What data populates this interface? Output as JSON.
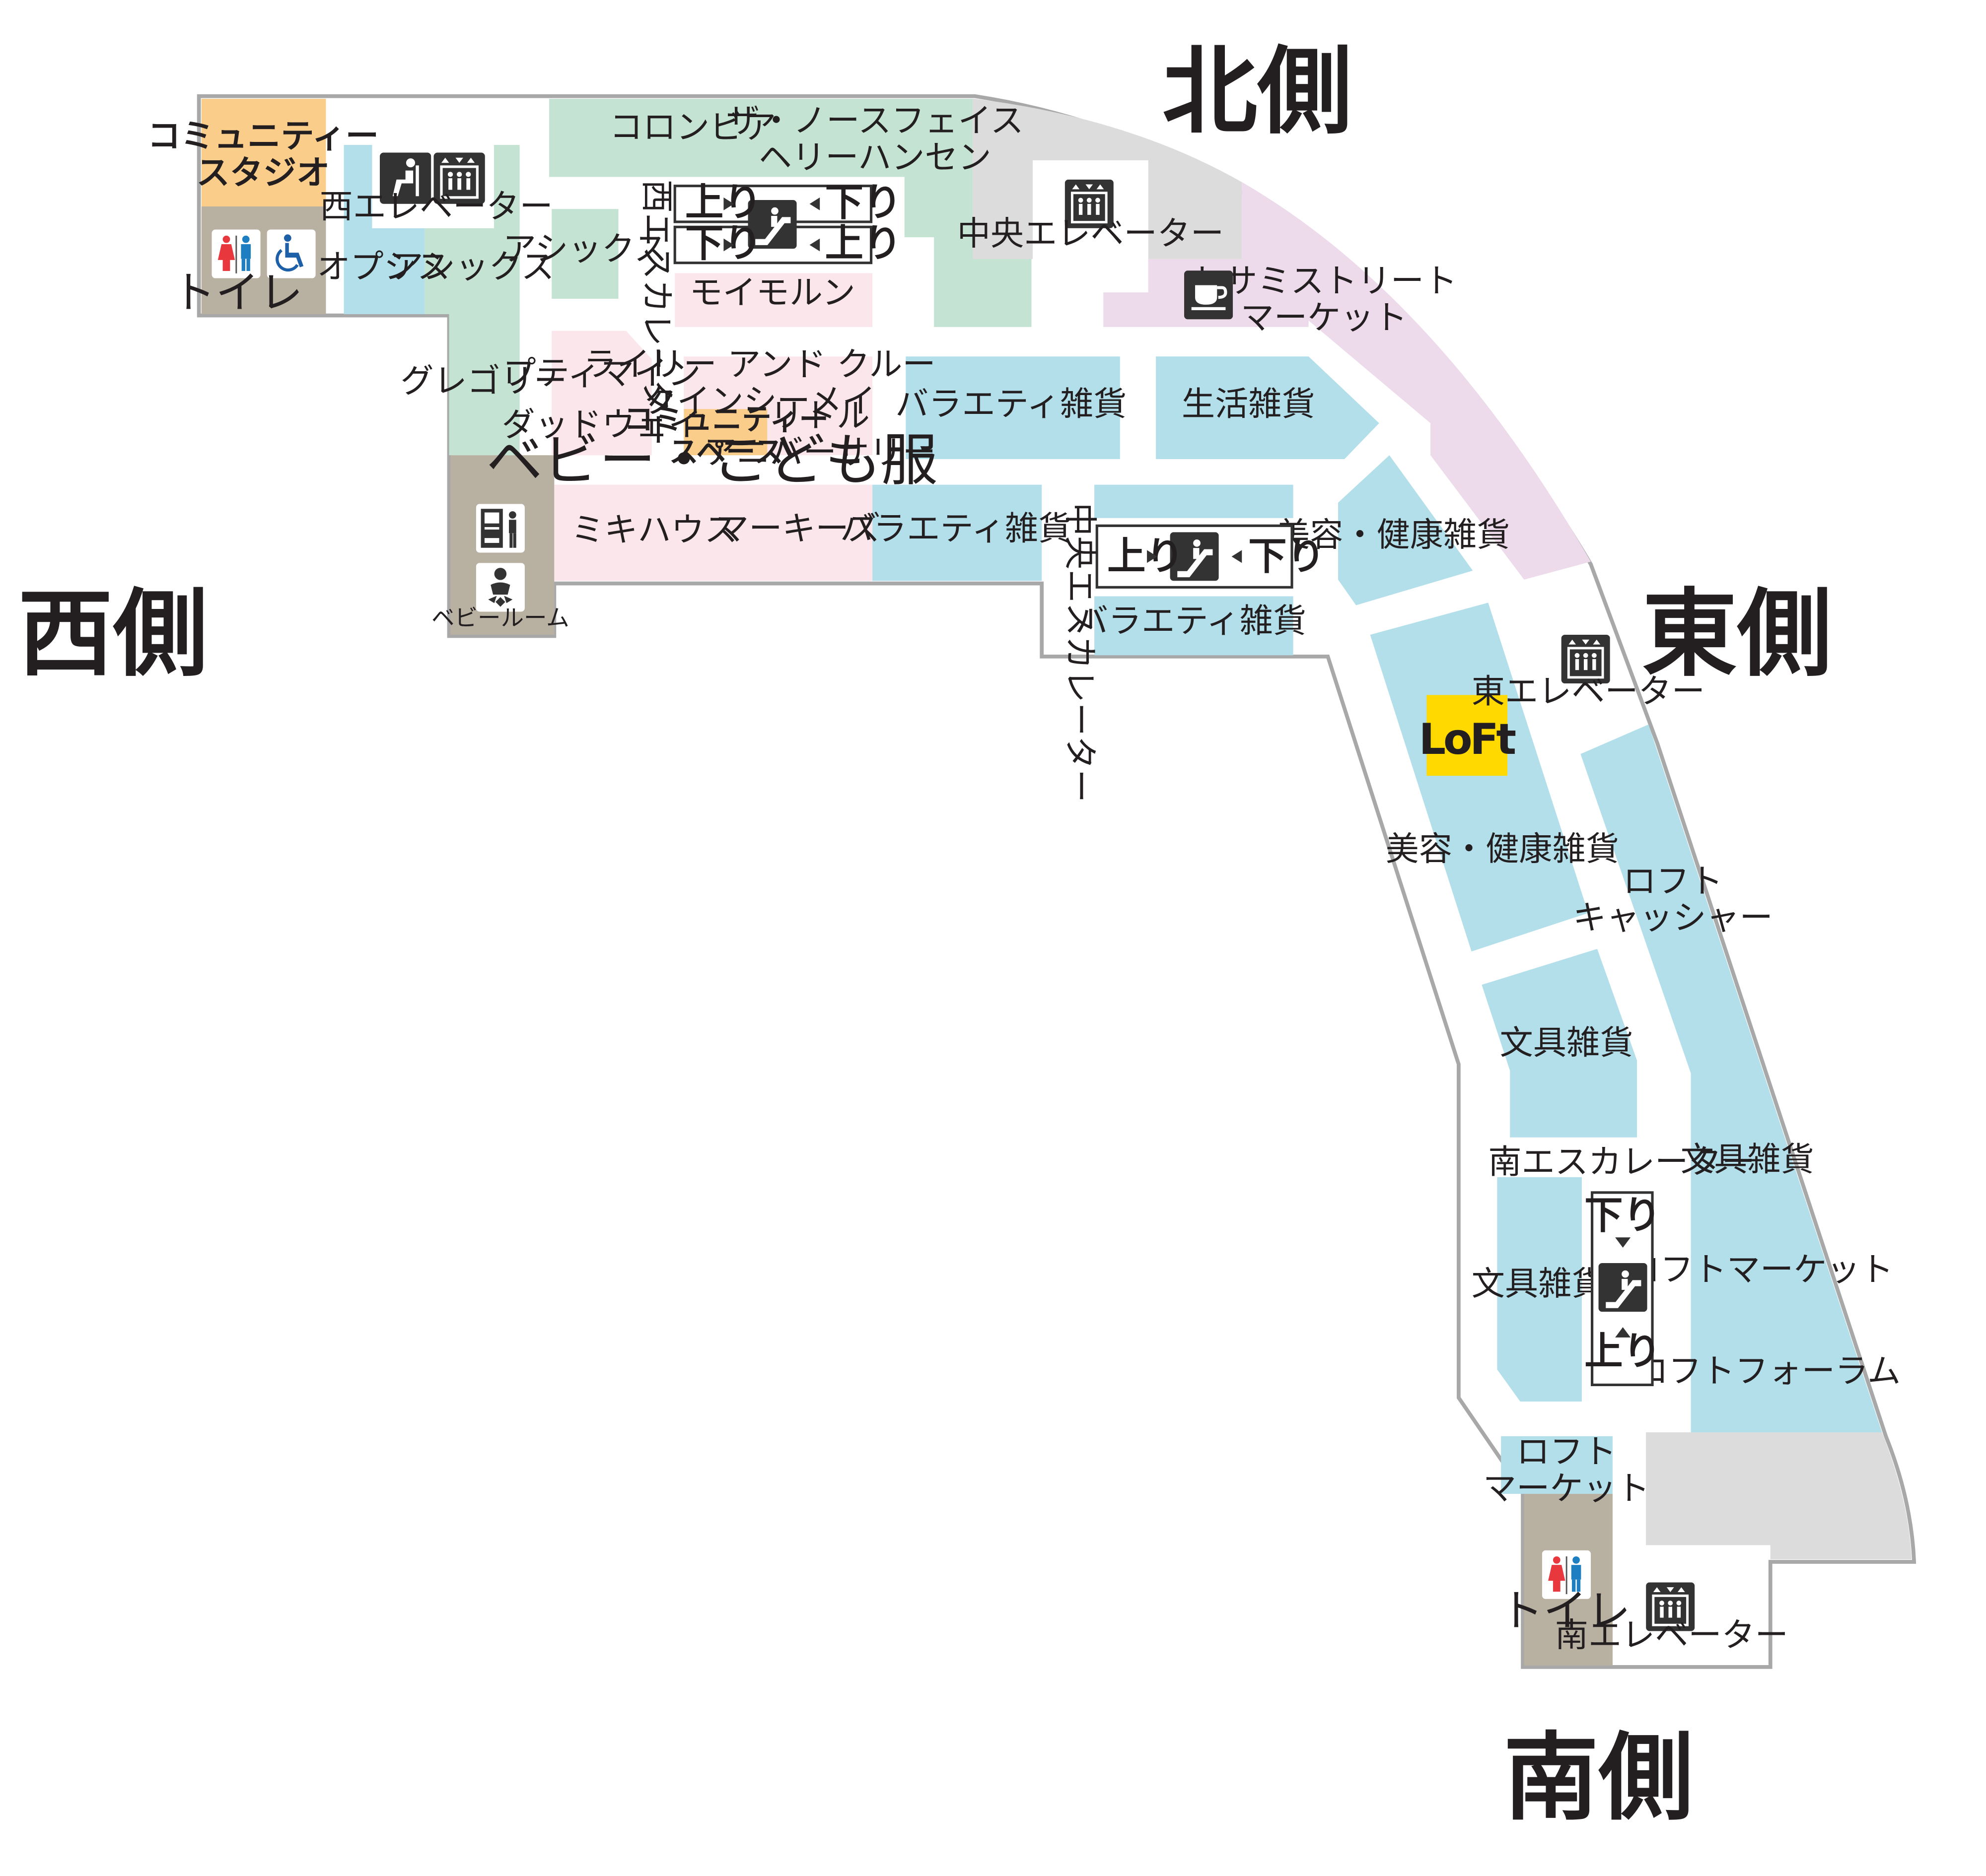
{
  "directions": {
    "north": "北側",
    "west": "西側",
    "east": "東側",
    "south": "南側"
  },
  "shops": {
    "community_studio": "コミュニティー\nスタジオ",
    "columbia": "コロンビア",
    "north_face": "ザ・ノースフェイス\nヘリーハンセン",
    "asics_left": "アシックス",
    "asics_right": "アシックス",
    "obsis": "オプシス",
    "gregory": "グレゴリー",
    "moimoln": "モイモルン",
    "petit_main": "プティマイン",
    "dadway": "ダッドウェイ",
    "lily_and_crew": "ライリー アンド クルー\nクインシーメイ",
    "community_space": "コミュニティー\nスペース",
    "little_anniversary": "リトル\nアニバーサリー",
    "baby_kids_label": "ベビー・こども服",
    "miki_house": "ミキハウス",
    "markeys": "マーキーズ",
    "variety_1": "バラエティ雑貨",
    "variety_2": "バラエティ雑貨",
    "variety_3": "バラエティ雑貨",
    "life_goods": "生活雑貨",
    "sesame_street": "セサミストリート\nマーケット",
    "beauty_1": "美容・健康雑貨",
    "beauty_2": "美容・健康雑貨",
    "loft_cashier": "ロフト\nキャッシャー",
    "stationery_1": "文具雑貨",
    "stationery_2": "文具雑貨",
    "stationery_3": "文具雑貨",
    "loft_market": "ロフトマーケット",
    "loft_forum": "ロフトフォーラム",
    "loft_market_small": "ロフト\nマーケット"
  },
  "facilities": {
    "west_elevator": "西エレベーター",
    "central_elevator": "中央エレベーター",
    "east_elevator": "東エレベーター",
    "south_elevator": "南エレベーター",
    "west_escalator": "西エスカレーター",
    "central_escalator": "中央エスカレーター",
    "south_escalator": "南エスカレーター",
    "toilet_west": "トイレ",
    "toilet_south": "トイレ",
    "baby_room": "ベビールーム"
  },
  "escalator_labels": {
    "up": "上り",
    "down": "下り"
  },
  "logo": {
    "text": "LoFt",
    "color": "#ffd900"
  },
  "icons": [
    "toilet-icon",
    "wheelchair-icon",
    "seat-icon",
    "elevator-icon",
    "escalator-icon",
    "cafe-icon",
    "vending-machine-icon",
    "baby-room-icon"
  ],
  "colors": {
    "fashion_green": "#c5e3d3",
    "kids_pink": "#fae6eb",
    "goods_blue": "#b2dfea",
    "character_lavender": "#eddbeb",
    "community_orange": "#fbcd8b",
    "facility_taupe": "#b8b0a0",
    "closed_gray": "#dcdcdc",
    "outline": "#a8a8a8"
  }
}
